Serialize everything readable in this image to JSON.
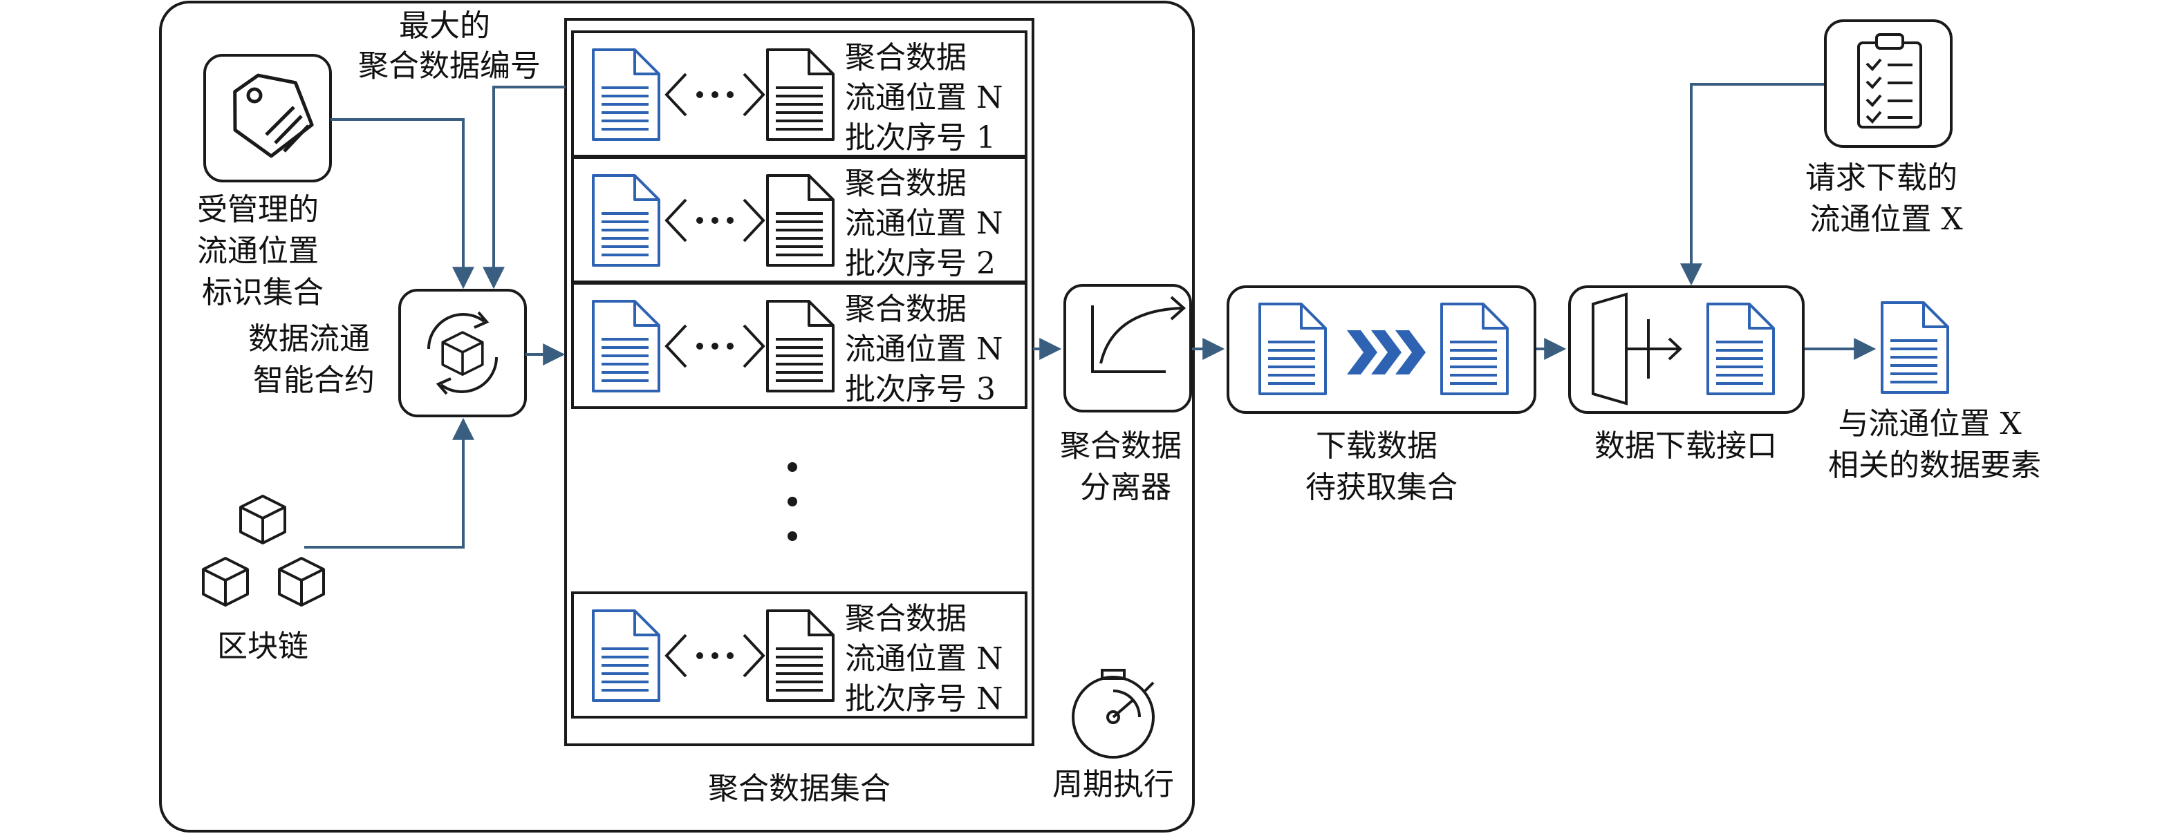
{
  "colors": {
    "stroke": "#1a1a1a",
    "accent_blue": "#2e62b3",
    "arrow": "#3a5e80",
    "chevron": "#2e62b3"
  },
  "labels": {
    "max_agg_number": [
      "最大的",
      "聚合数据编号"
    ],
    "managed_location_set": [
      "受管理的",
      "流通位置",
      "标识集合"
    ],
    "smart_contract": [
      "数据流通",
      "智能合约"
    ],
    "blockchain": "区块链",
    "agg_data_set": "聚合数据集合",
    "separator": [
      "聚合数据",
      "分离器"
    ],
    "periodic": "周期执行",
    "download_pending": [
      "下载数据",
      "待获取集合"
    ],
    "download_interface": "数据下载接口",
    "request_location": [
      "请求下载的",
      "流通位置 X"
    ],
    "result": [
      "与流通位置 X",
      "相关的数据要素"
    ]
  },
  "agg_items": [
    {
      "lines": [
        "聚合数据",
        "流通位置 N",
        "批次序号 1"
      ]
    },
    {
      "lines": [
        "聚合数据",
        "流通位置 N",
        "批次序号 2"
      ]
    },
    {
      "lines": [
        "聚合数据",
        "流通位置 N",
        "批次序号 3"
      ]
    },
    {
      "lines": [
        "聚合数据",
        "流通位置 N",
        "批次序号 N"
      ]
    }
  ],
  "icons": {
    "tag": "price-tag-icon",
    "contract": "rotating-cube-icon",
    "blockchain": "stacked-cubes-icon",
    "document_blue": "blue-document-icon",
    "document_black": "black-document-icon",
    "bidirectional": "double-chevron-dots-icon",
    "separator": "curved-arrow-icon",
    "forward": "triple-chevron-icon",
    "interface": "funnel-output-icon",
    "clipboard": "checklist-clipboard-icon",
    "stopwatch": "stopwatch-icon"
  }
}
